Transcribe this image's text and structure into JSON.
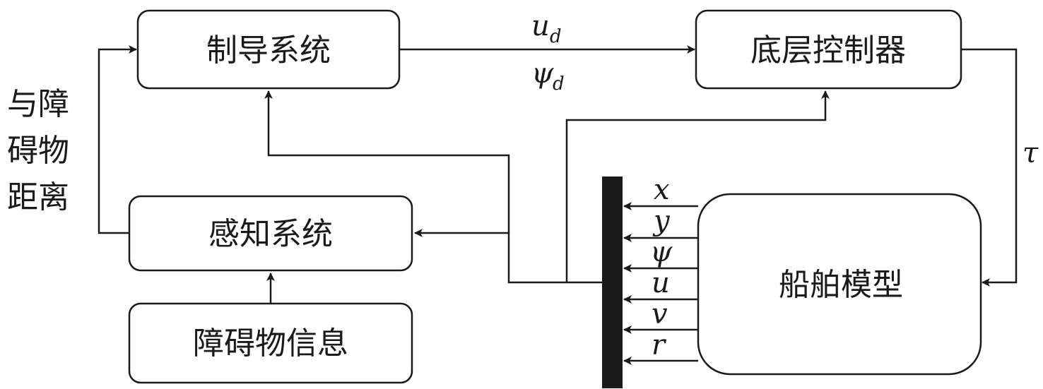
{
  "blocks": {
    "guidance": "制导系统",
    "perception": "感知系统",
    "obstacle_info": "障碍物信息",
    "low_level_controller": "底层控制器",
    "ship_model": "船舶模型"
  },
  "side_label": {
    "lines": [
      "与障",
      "碍物",
      "距离"
    ]
  },
  "signals": {
    "ud": {
      "main": "u",
      "sub": "d"
    },
    "psid": {
      "main": "ψ",
      "sub": "d"
    },
    "tau": "τ",
    "states": [
      "x",
      "y",
      "ψ",
      "u",
      "v",
      "r"
    ]
  },
  "colors": {
    "line": "#1a1a1a",
    "bus_bar": "#1a1a1a",
    "background": "#ffffff"
  }
}
